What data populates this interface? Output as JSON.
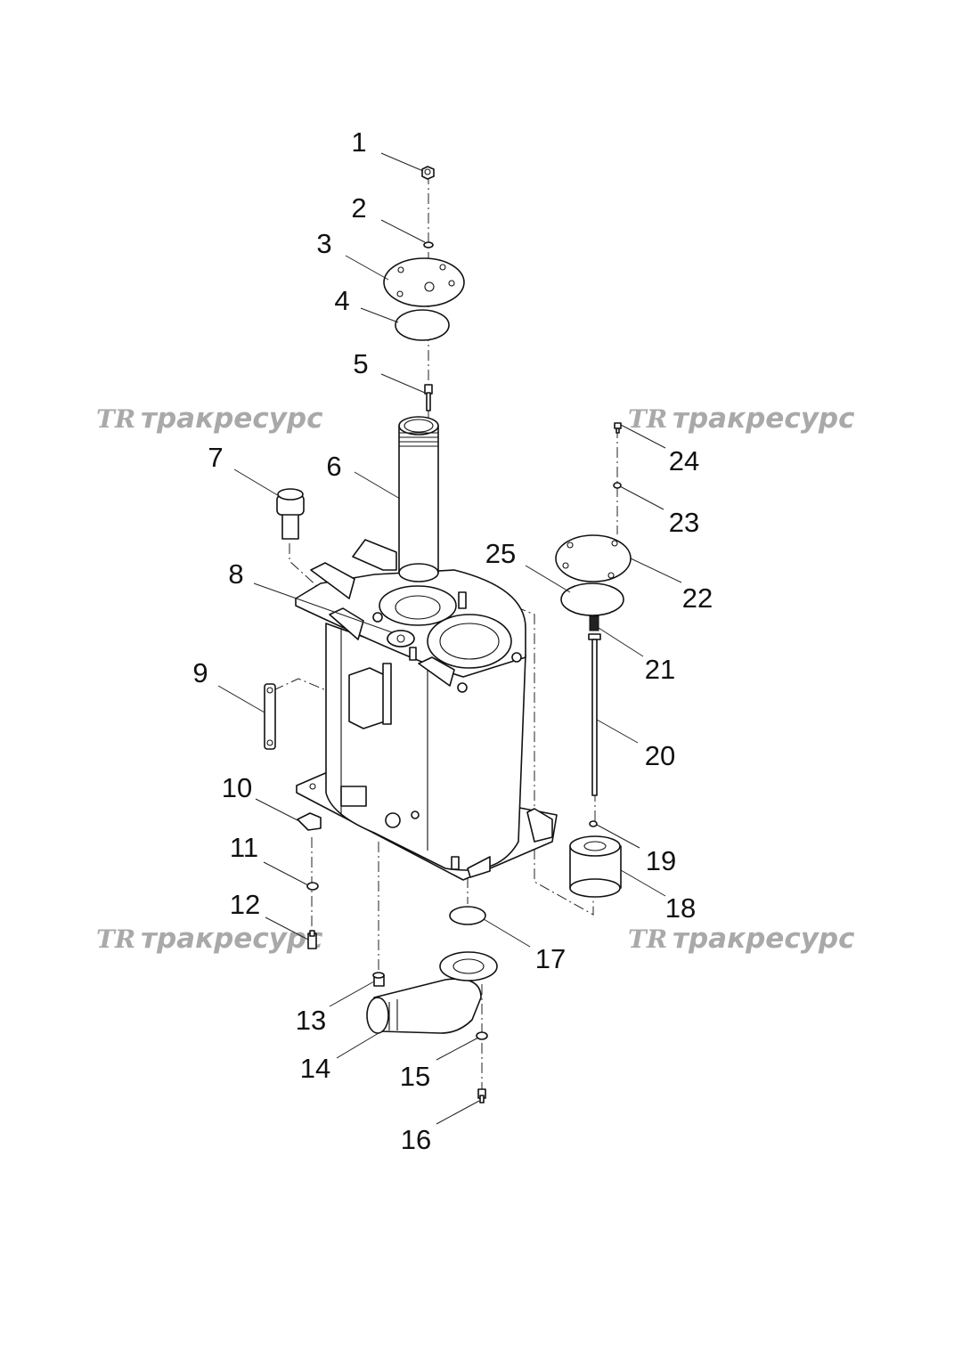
{
  "watermark": {
    "logo": "TR",
    "text": "тракресурс"
  },
  "callouts": [
    "1",
    "2",
    "3",
    "4",
    "5",
    "6",
    "7",
    "8",
    "9",
    "10",
    "11",
    "12",
    "13",
    "14",
    "15",
    "16",
    "17",
    "18",
    "19",
    "20",
    "21",
    "22",
    "23",
    "24",
    "25"
  ],
  "colors": {
    "line": "#111111",
    "watermark": "#a9a9a9",
    "background": "#ffffff"
  }
}
